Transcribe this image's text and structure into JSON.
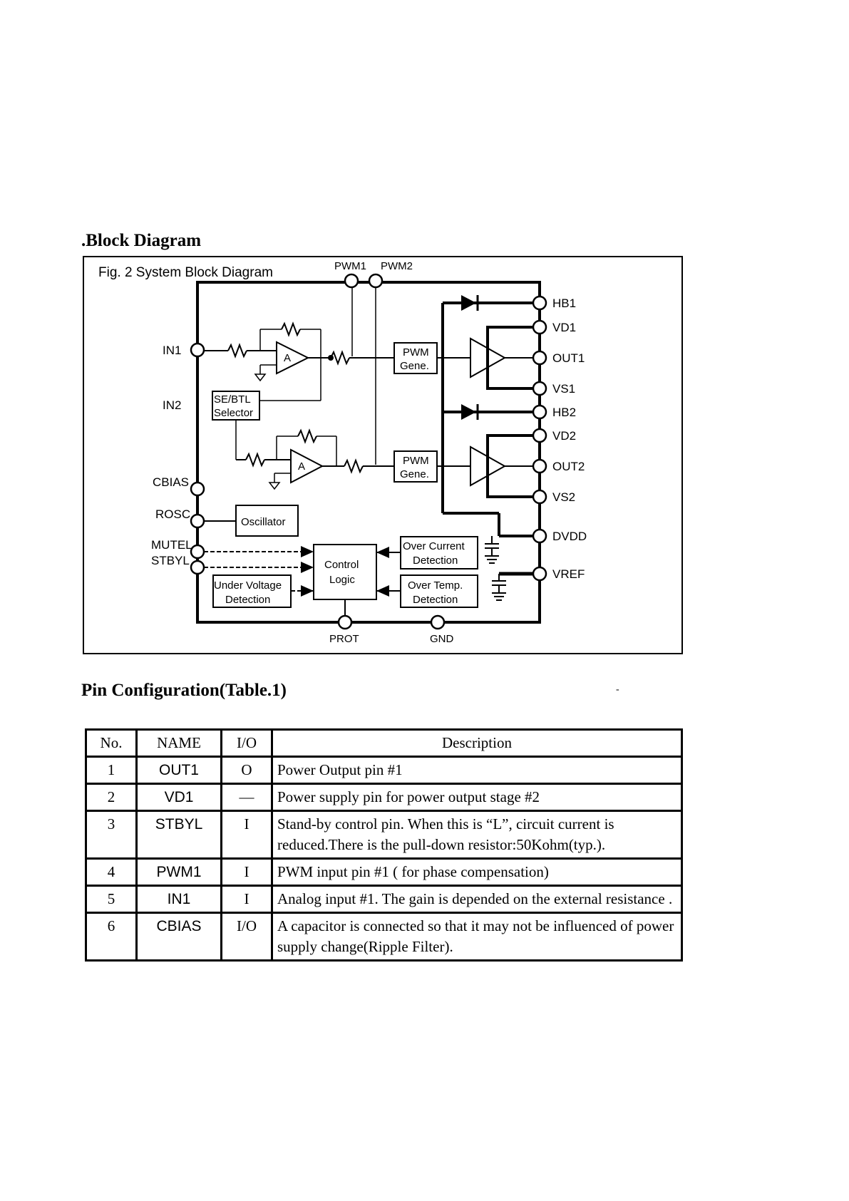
{
  "block_diagram": {
    "section_title": ".Block Diagram",
    "figure_title": "Fig. 2  System  Block  Diagram",
    "pins_top": [
      "PWM1",
      "PWM2"
    ],
    "pins_left": [
      "IN1",
      "IN2",
      "CBIAS",
      "ROSC",
      "MUTEL",
      "STBYL"
    ],
    "pins_right": [
      "HB1",
      "VD1",
      "OUT1",
      "VS1",
      "HB2",
      "VD2",
      "OUT2",
      "VS2",
      "DVDD",
      "VREF"
    ],
    "pins_bottom": [
      "PROT",
      "GND"
    ],
    "blocks": {
      "se_btl": [
        "SE/BTL",
        "Selector"
      ],
      "pwm_gene_1": [
        "PWM",
        "Gene."
      ],
      "pwm_gene_2": [
        "PWM",
        "Gene."
      ],
      "oscillator": "Oscillator",
      "control_logic": [
        "Control",
        "Logic"
      ],
      "over_current": [
        "Over Current",
        "Detection"
      ],
      "over_temp": [
        "Over Temp.",
        "Detection"
      ],
      "under_voltage": [
        "Under Voltage",
        "Detection"
      ],
      "amp_label": "A"
    }
  },
  "pin_table": {
    "section_title": "Pin Configuration(Table.1)",
    "marker": "-",
    "headers": [
      "No.",
      "NAME",
      "I/O",
      "Description"
    ],
    "rows": [
      {
        "no": "1",
        "name": "OUT1",
        "io": "O",
        "description": "Power Output pin #1"
      },
      {
        "no": "2",
        "name": "VD1",
        "io": "—",
        "description": "Power supply pin for power output stage #2"
      },
      {
        "no": "3",
        "name": "STBYL",
        "io": "I",
        "description": "Stand-by control pin. When this is “L”, circuit current is reduced.There is the pull-down resistor:50Kohm(typ.)."
      },
      {
        "no": "4",
        "name": "PWM1",
        "io": "I",
        "description": "PWM input pin #1 ( for phase compensation)"
      },
      {
        "no": "5",
        "name": "IN1",
        "io": "I",
        "description": "Analog input #1. The gain is depended on the external resistance ."
      },
      {
        "no": "6",
        "name": "CBIAS",
        "io": "I/O",
        "description": "A capacitor is connected so that it may not be influenced of power supply change(Ripple Filter)."
      }
    ]
  }
}
